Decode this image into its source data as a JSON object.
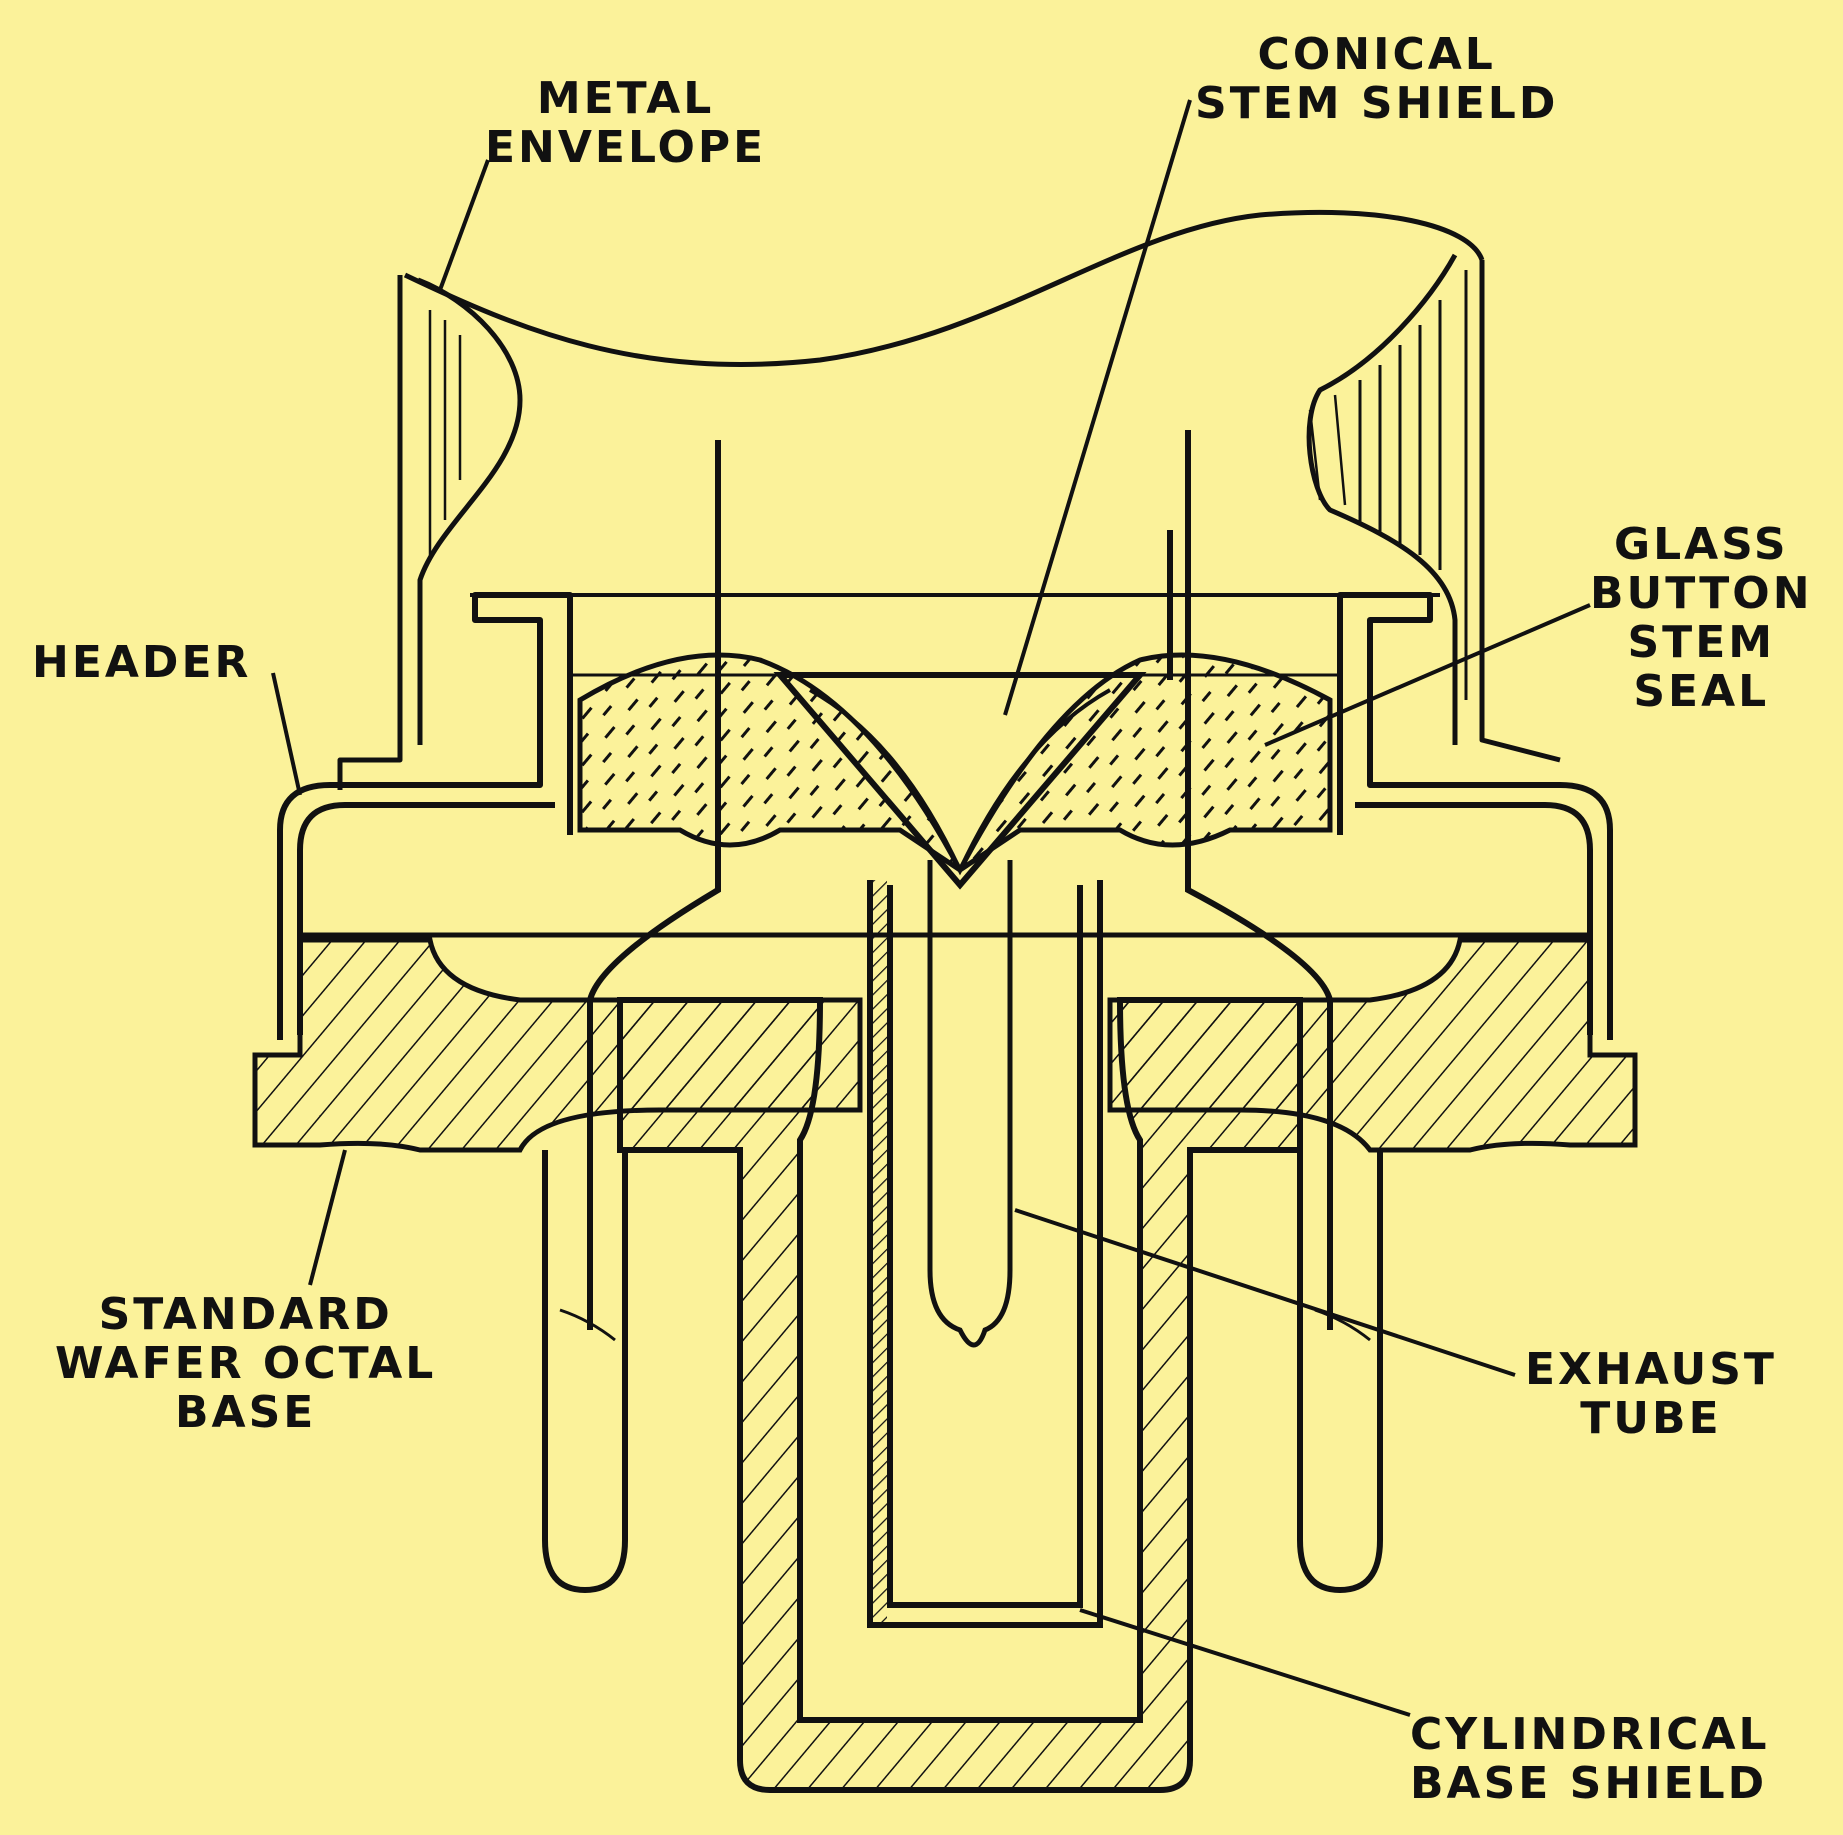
{
  "colors": {
    "background": "#fbf29a",
    "ink": "#111111"
  },
  "labels": {
    "metal_envelope": [
      "METAL",
      "ENVELOPE"
    ],
    "conical_stem_shield": [
      "CONICAL",
      "STEM SHIELD"
    ],
    "glass_button_stem_seal": [
      "GLASS",
      "BUTTON",
      "STEM",
      "SEAL"
    ],
    "header": [
      "HEADER"
    ],
    "standard_wafer_octal_base": [
      "STANDARD",
      "WAFER OCTAL",
      "BASE"
    ],
    "exhaust_tube": [
      "EXHAUST",
      "TUBE"
    ],
    "cylindrical_base_shield": [
      "CYLINDRICAL",
      "BASE SHIELD"
    ]
  }
}
